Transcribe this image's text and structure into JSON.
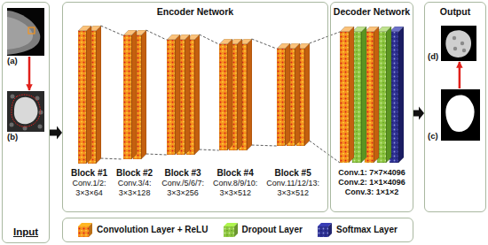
{
  "diagram": {
    "nodes": [
      {
        "text": [
          "Input"
        ]
      },
      {
        "text": [
          "(a)"
        ],
        "in": 0
      },
      {
        "text": [
          "(b)"
        ],
        "in": 0
      },
      {
        "text": [
          "Encoder Network"
        ]
      },
      {
        "text": [
          "Block #1",
          "Conv.1/2: 3×3×64"
        ],
        "in": 3
      },
      {
        "text": [
          "Block #2",
          "Conv.3/4: 3×3×128"
        ],
        "in": 3
      },
      {
        "text": [
          "Block #3",
          "Conv./5/6/7: 3×3×256"
        ],
        "in": 3
      },
      {
        "text": [
          "Block #4",
          "Conv.8/9/10: 3×3×512"
        ],
        "in": 3
      },
      {
        "text": [
          "Block #5",
          "Conv.11/12/13: 3×3×512"
        ],
        "in": 3
      },
      {
        "text": [
          "Decoder Network"
        ]
      },
      {
        "text": [
          "Conv.1: 7×7×4096",
          "Conv.2: 1×1×4096",
          "Conv.3: 1×1×2"
        ],
        "in": 9
      },
      {
        "text": [
          "Output"
        ]
      },
      {
        "text": [
          "(d)"
        ],
        "in": 11
      },
      {
        "text": [
          "(c)"
        ],
        "in": 11
      }
    ],
    "edges": [
      {
        "from": 1,
        "to": 2,
        "arrow": "to"
      },
      {
        "from": 0,
        "to": 3,
        "arrow": "to"
      },
      {
        "from": 4,
        "to": 5,
        "arrow": "none"
      },
      {
        "from": 5,
        "to": 6,
        "arrow": "none"
      },
      {
        "from": 6,
        "to": 7,
        "arrow": "none"
      },
      {
        "from": 7,
        "to": 8,
        "arrow": "none"
      },
      {
        "from": 8,
        "to": 10,
        "arrow": "none"
      },
      {
        "from": 9,
        "to": 11,
        "arrow": "to"
      },
      {
        "from": 13,
        "to": 12,
        "arrow": "to"
      }
    ],
    "legend": [
      {
        "text": "Convolution Layer + ReLU",
        "color": "#f7941d"
      },
      {
        "text": "Dropout Layer",
        "color": "#8dc63f"
      },
      {
        "text": "Softmax Layer",
        "color": "#2e3192"
      }
    ]
  }
}
